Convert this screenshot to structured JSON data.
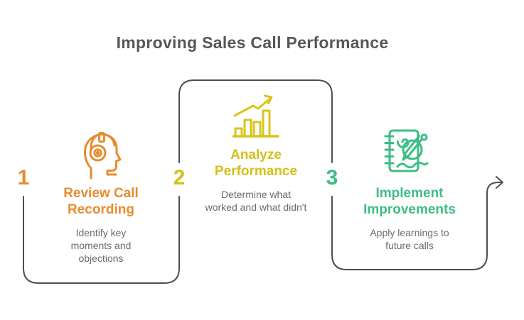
{
  "title": "Improving Sales Call Performance",
  "steps": [
    {
      "number": "1",
      "heading": "Review Call Recording",
      "description": "Identify key moments and objections",
      "accent_color": "#E78C30",
      "icon": "headset-person-icon"
    },
    {
      "number": "2",
      "heading": "Analyze Performance",
      "description": "Determine what worked and what didn't",
      "accent_color": "#D4C01A",
      "icon": "growth-bar-chart-icon"
    },
    {
      "number": "3",
      "heading": "Implement Improvements",
      "description": "Apply learnings to future calls",
      "accent_color": "#3DBD85",
      "icon": "notebook-pen-icon"
    }
  ],
  "flow": {
    "direction": "left-to-right",
    "exit_arrow": "right-arrow"
  },
  "colors": {
    "title_text": "#55565A",
    "description_text": "#6A6B6E",
    "connector_line": "#4D4E50",
    "background": "#FFFFFF"
  }
}
